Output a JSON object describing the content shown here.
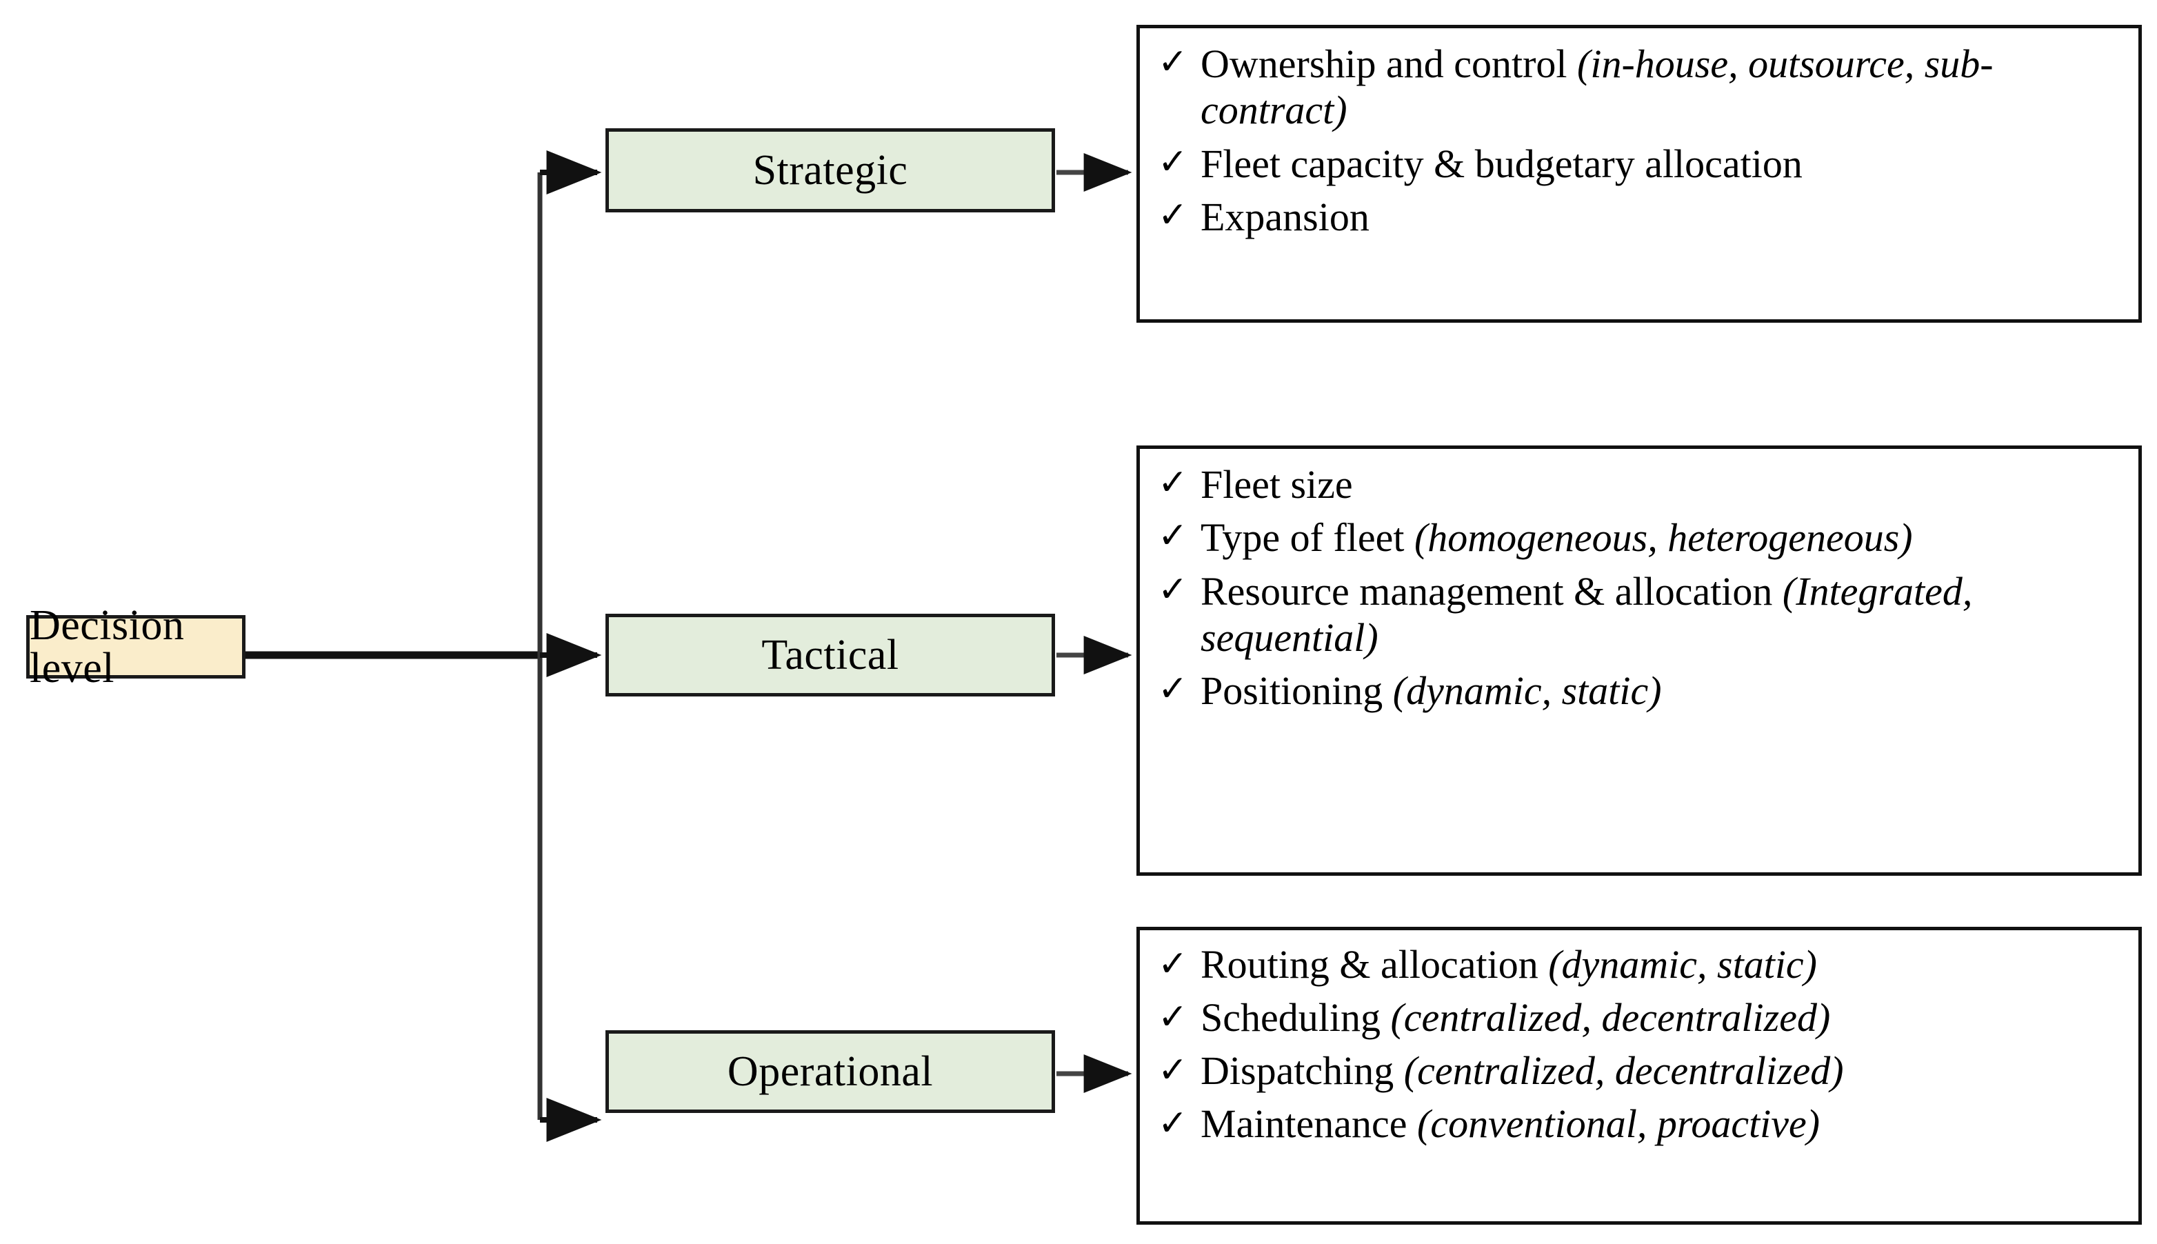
{
  "diagram": {
    "title_node": {
      "label": "Decision level",
      "fill": "#faedcb",
      "stroke": "#1a1a1a"
    },
    "level_fill": "#e3eddc",
    "panel_fill": "#ffffff",
    "bullet_glyph": "✓",
    "levels": [
      {
        "id": "strategic",
        "label": "Strategic",
        "items": [
          {
            "main": "Ownership and control ",
            "paren": "(in-house, outsource, sub-contract)"
          },
          {
            "main": "Fleet capacity & budgetary allocation",
            "paren": ""
          },
          {
            "main": "Expansion",
            "paren": ""
          }
        ]
      },
      {
        "id": "tactical",
        "label": "Tactical",
        "items": [
          {
            "main": "Fleet size",
            "paren": ""
          },
          {
            "main": "Type of fleet ",
            "paren": "(homogeneous, heterogeneous)"
          },
          {
            "main": "Resource management & allocation ",
            "paren": "(Integrated, sequential)"
          },
          {
            "main": "Positioning  ",
            "paren": "(dynamic, static)"
          }
        ]
      },
      {
        "id": "operational",
        "label": "Operational",
        "items": [
          {
            "main": "Routing & allocation ",
            "paren": "(dynamic, static)"
          },
          {
            "main": "Scheduling  ",
            "paren": "(centralized, decentralized)"
          },
          {
            "main": "Dispatching  ",
            "paren": "(centralized, decentralized)"
          },
          {
            "main": "Maintenance ",
            "paren": "(conventional, proactive)"
          }
        ]
      }
    ]
  }
}
